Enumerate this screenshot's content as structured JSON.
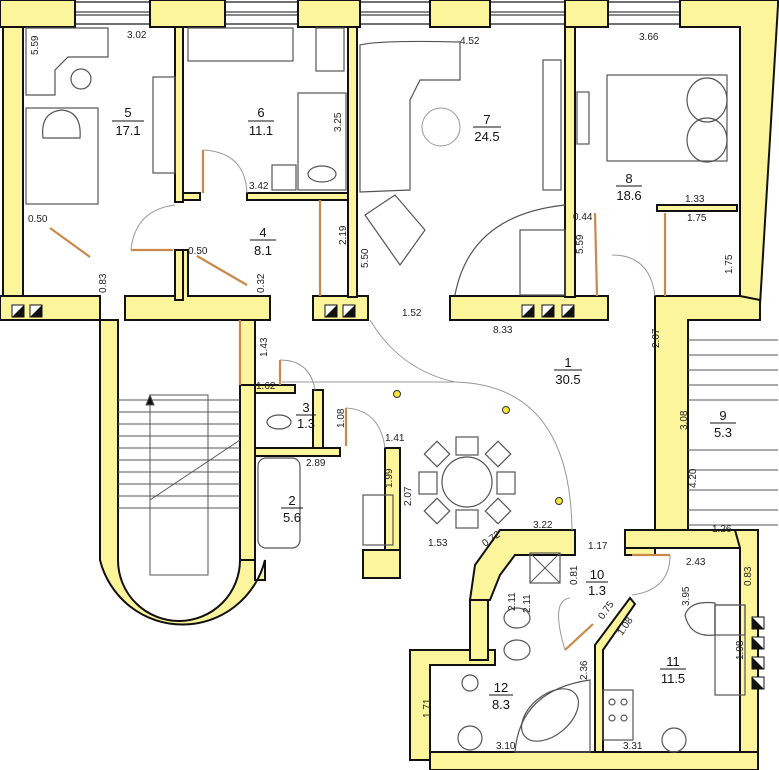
{
  "plan": {
    "wall_color": "#fcf59c",
    "rooms": [
      {
        "number": "1",
        "area": "30.5"
      },
      {
        "number": "2",
        "area": "5.6"
      },
      {
        "number": "3",
        "area": "1.3"
      },
      {
        "number": "4",
        "area": "8.1"
      },
      {
        "number": "5",
        "area": "17.1"
      },
      {
        "number": "6",
        "area": "11.1"
      },
      {
        "number": "7",
        "area": "24.5"
      },
      {
        "number": "8",
        "area": "18.6"
      },
      {
        "number": "9",
        "area": "5.3"
      },
      {
        "number": "10",
        "area": "1.3"
      },
      {
        "number": "11",
        "area": "11.5"
      },
      {
        "number": "12",
        "area": "8.3"
      }
    ],
    "dimensions": [
      "5.59",
      "3.02",
      "0.50",
      "0.83",
      "0.50",
      "0.32",
      "3.42",
      "3.25",
      "2.19",
      "5.50",
      "4.52",
      "3.66",
      "1.33",
      "0.44",
      "1.75",
      "5.59",
      "1.75",
      "1.52",
      "8.33",
      "2.07",
      "1.43",
      "1.62",
      "1.08",
      "1.41",
      "2.89",
      "1.99",
      "2.07",
      "1.53",
      "0.72",
      "3.22",
      "1.17",
      "3.08",
      "4.20",
      "1.26",
      "2.43",
      "0.81",
      "0.83",
      "2.11",
      "2.11",
      "3.95",
      "0.75",
      "1.08",
      "1.98",
      "2.36",
      "1.71",
      "3.10",
      "3.31"
    ]
  }
}
